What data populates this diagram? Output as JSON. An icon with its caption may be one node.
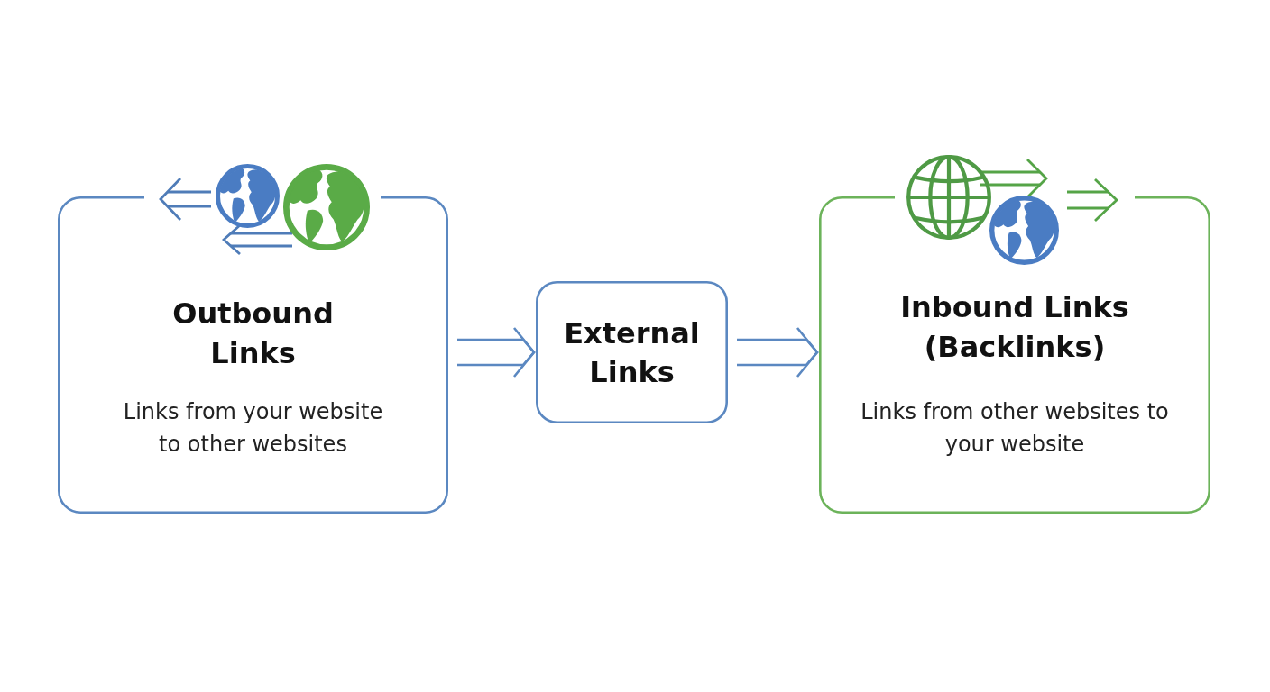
{
  "diagram": {
    "nodes": [
      {
        "text": [
          "Outbound Links",
          "Links from your website to other websites"
        ]
      },
      {
        "text": [
          "External Links"
        ]
      },
      {
        "text": [
          "Inbound Links (Backlinks)",
          "Links from other websites to your website"
        ]
      }
    ],
    "edges": [
      {
        "from": 0,
        "to": 1,
        "arrow": "to"
      },
      {
        "from": 1,
        "to": 2,
        "arrow": "to"
      }
    ]
  }
}
